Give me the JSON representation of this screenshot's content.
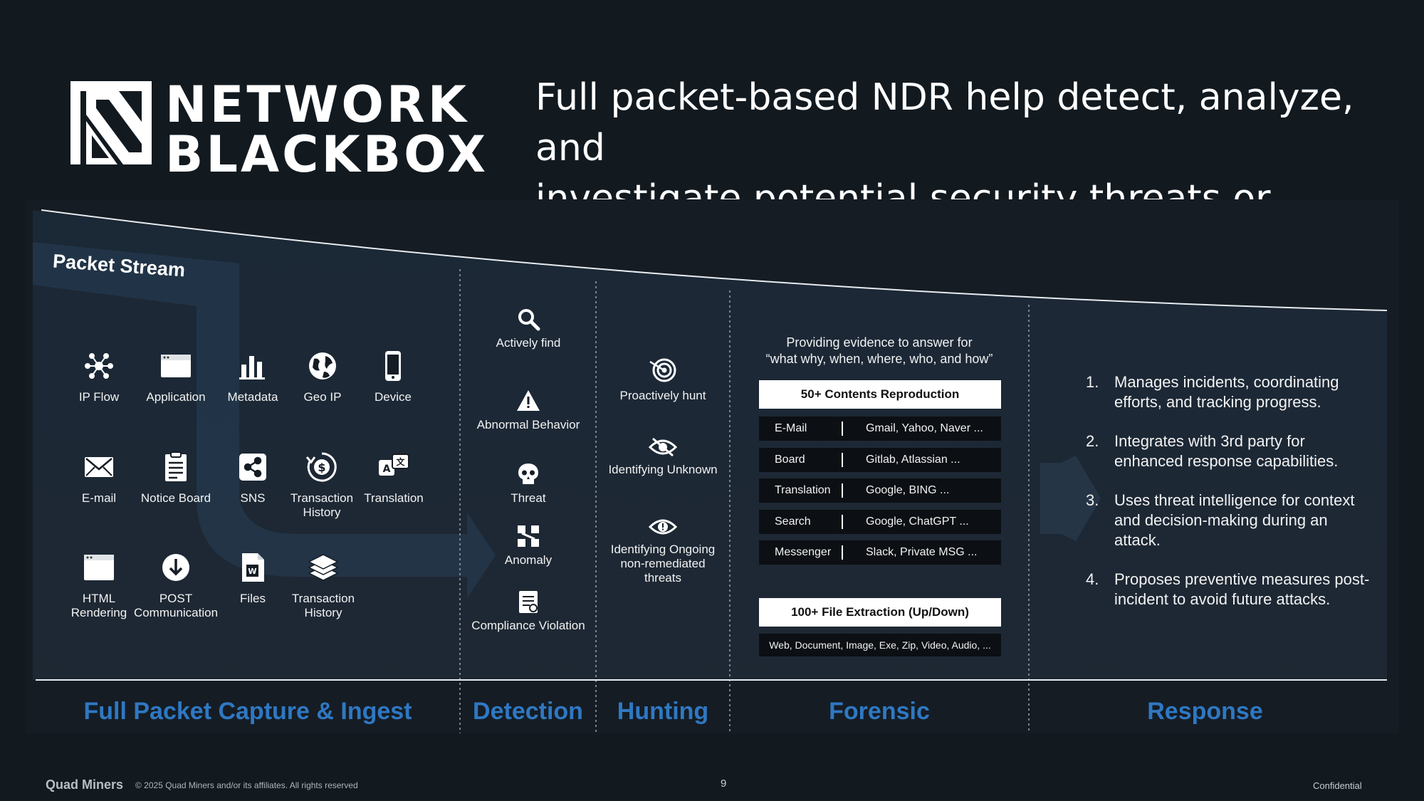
{
  "header": {
    "logo_line1": "NETWORK",
    "logo_line2": "BLACKBOX",
    "headline_line1": "Full packet-based NDR help  detect, analyze, and",
    "headline_line2": "investigate potential security threats or breaches."
  },
  "packet_stream": {
    "label": "Packet Stream",
    "items": [
      {
        "label": "IP Flow",
        "icon": "network-nodes-icon"
      },
      {
        "label": "Application",
        "icon": "window-icon"
      },
      {
        "label": "Metadata",
        "icon": "bar-chart-icon"
      },
      {
        "label": "Geo IP",
        "icon": "globe-icon"
      },
      {
        "label": "Device",
        "icon": "smartphone-icon"
      },
      {
        "label": "E-mail",
        "icon": "envelope-icon"
      },
      {
        "label": "Notice Board",
        "icon": "clipboard-icon"
      },
      {
        "label": "SNS",
        "icon": "share-icon"
      },
      {
        "label": "Transaction History",
        "icon": "dollar-cycle-icon"
      },
      {
        "label": "Translation",
        "icon": "translate-icon"
      },
      {
        "label": "HTML Rendering",
        "icon": "browser-window-icon"
      },
      {
        "label": "POST Communication",
        "icon": "download-circle-icon"
      },
      {
        "label": "Files",
        "icon": "word-file-icon"
      },
      {
        "label": "Transaction History",
        "icon": "layers-icon"
      }
    ]
  },
  "detection": {
    "items": [
      {
        "label": "Actively find",
        "icon": "magnifier-icon"
      },
      {
        "label": "Abnormal Behavior",
        "icon": "warning-triangle-icon"
      },
      {
        "label": "Threat",
        "icon": "skull-icon"
      },
      {
        "label": "Anomaly",
        "icon": "anomaly-blocks-icon"
      },
      {
        "label": "Compliance Violation",
        "icon": "report-icon"
      }
    ]
  },
  "hunting": {
    "items": [
      {
        "label": "Proactively hunt",
        "icon": "target-icon"
      },
      {
        "label": "Identifying Unknown",
        "icon": "eye-slash-icon"
      },
      {
        "label": "Identifying Ongoing non-remediated threats",
        "icon": "eye-alert-icon"
      }
    ]
  },
  "forensic": {
    "intro_line1": "Providing evidence to answer for",
    "intro_line2": "“what why, when, where, who, and how”",
    "contents_title": "50+ Contents Reproduction",
    "rows": [
      {
        "key": "E-Mail",
        "value": "Gmail, Yahoo, Naver ..."
      },
      {
        "key": "Board",
        "value": "Gitlab, Atlassian ..."
      },
      {
        "key": "Translation",
        "value": "Google, BING ..."
      },
      {
        "key": "Search",
        "value": "Google, ChatGPT ..."
      },
      {
        "key": "Messenger",
        "value": "Slack, Private MSG ..."
      }
    ],
    "files_title": "100+ File Extraction (Up/Down)",
    "file_types": "Web, Document, Image, Exe, Zip, Video, Audio, ..."
  },
  "response": {
    "items": [
      {
        "num": "1.",
        "text": "Manages incidents, coordinating efforts, and tracking progress."
      },
      {
        "num": "2.",
        "text": "Integrates with 3rd party for enhanced response capabilities."
      },
      {
        "num": "3.",
        "text": "Uses threat intelligence for context and decision-making during an attack."
      },
      {
        "num": "4.",
        "text": "Proposes preventive measures post-incident to avoid future attacks."
      }
    ]
  },
  "stages": {
    "capture": "Full Packet Capture & Ingest",
    "detection": "Detection",
    "hunting": "Hunting",
    "forensic": "Forensic",
    "response": "Response"
  },
  "footer": {
    "brand": "Quad Miners",
    "copyright": "© 2025  Quad Miners and/or its affiliates. All rights reserved",
    "page": "9",
    "confidential": "Confidential"
  },
  "colors": {
    "background": "#121a20",
    "panel": "#151c24",
    "stage_label": "#2f78c2"
  }
}
